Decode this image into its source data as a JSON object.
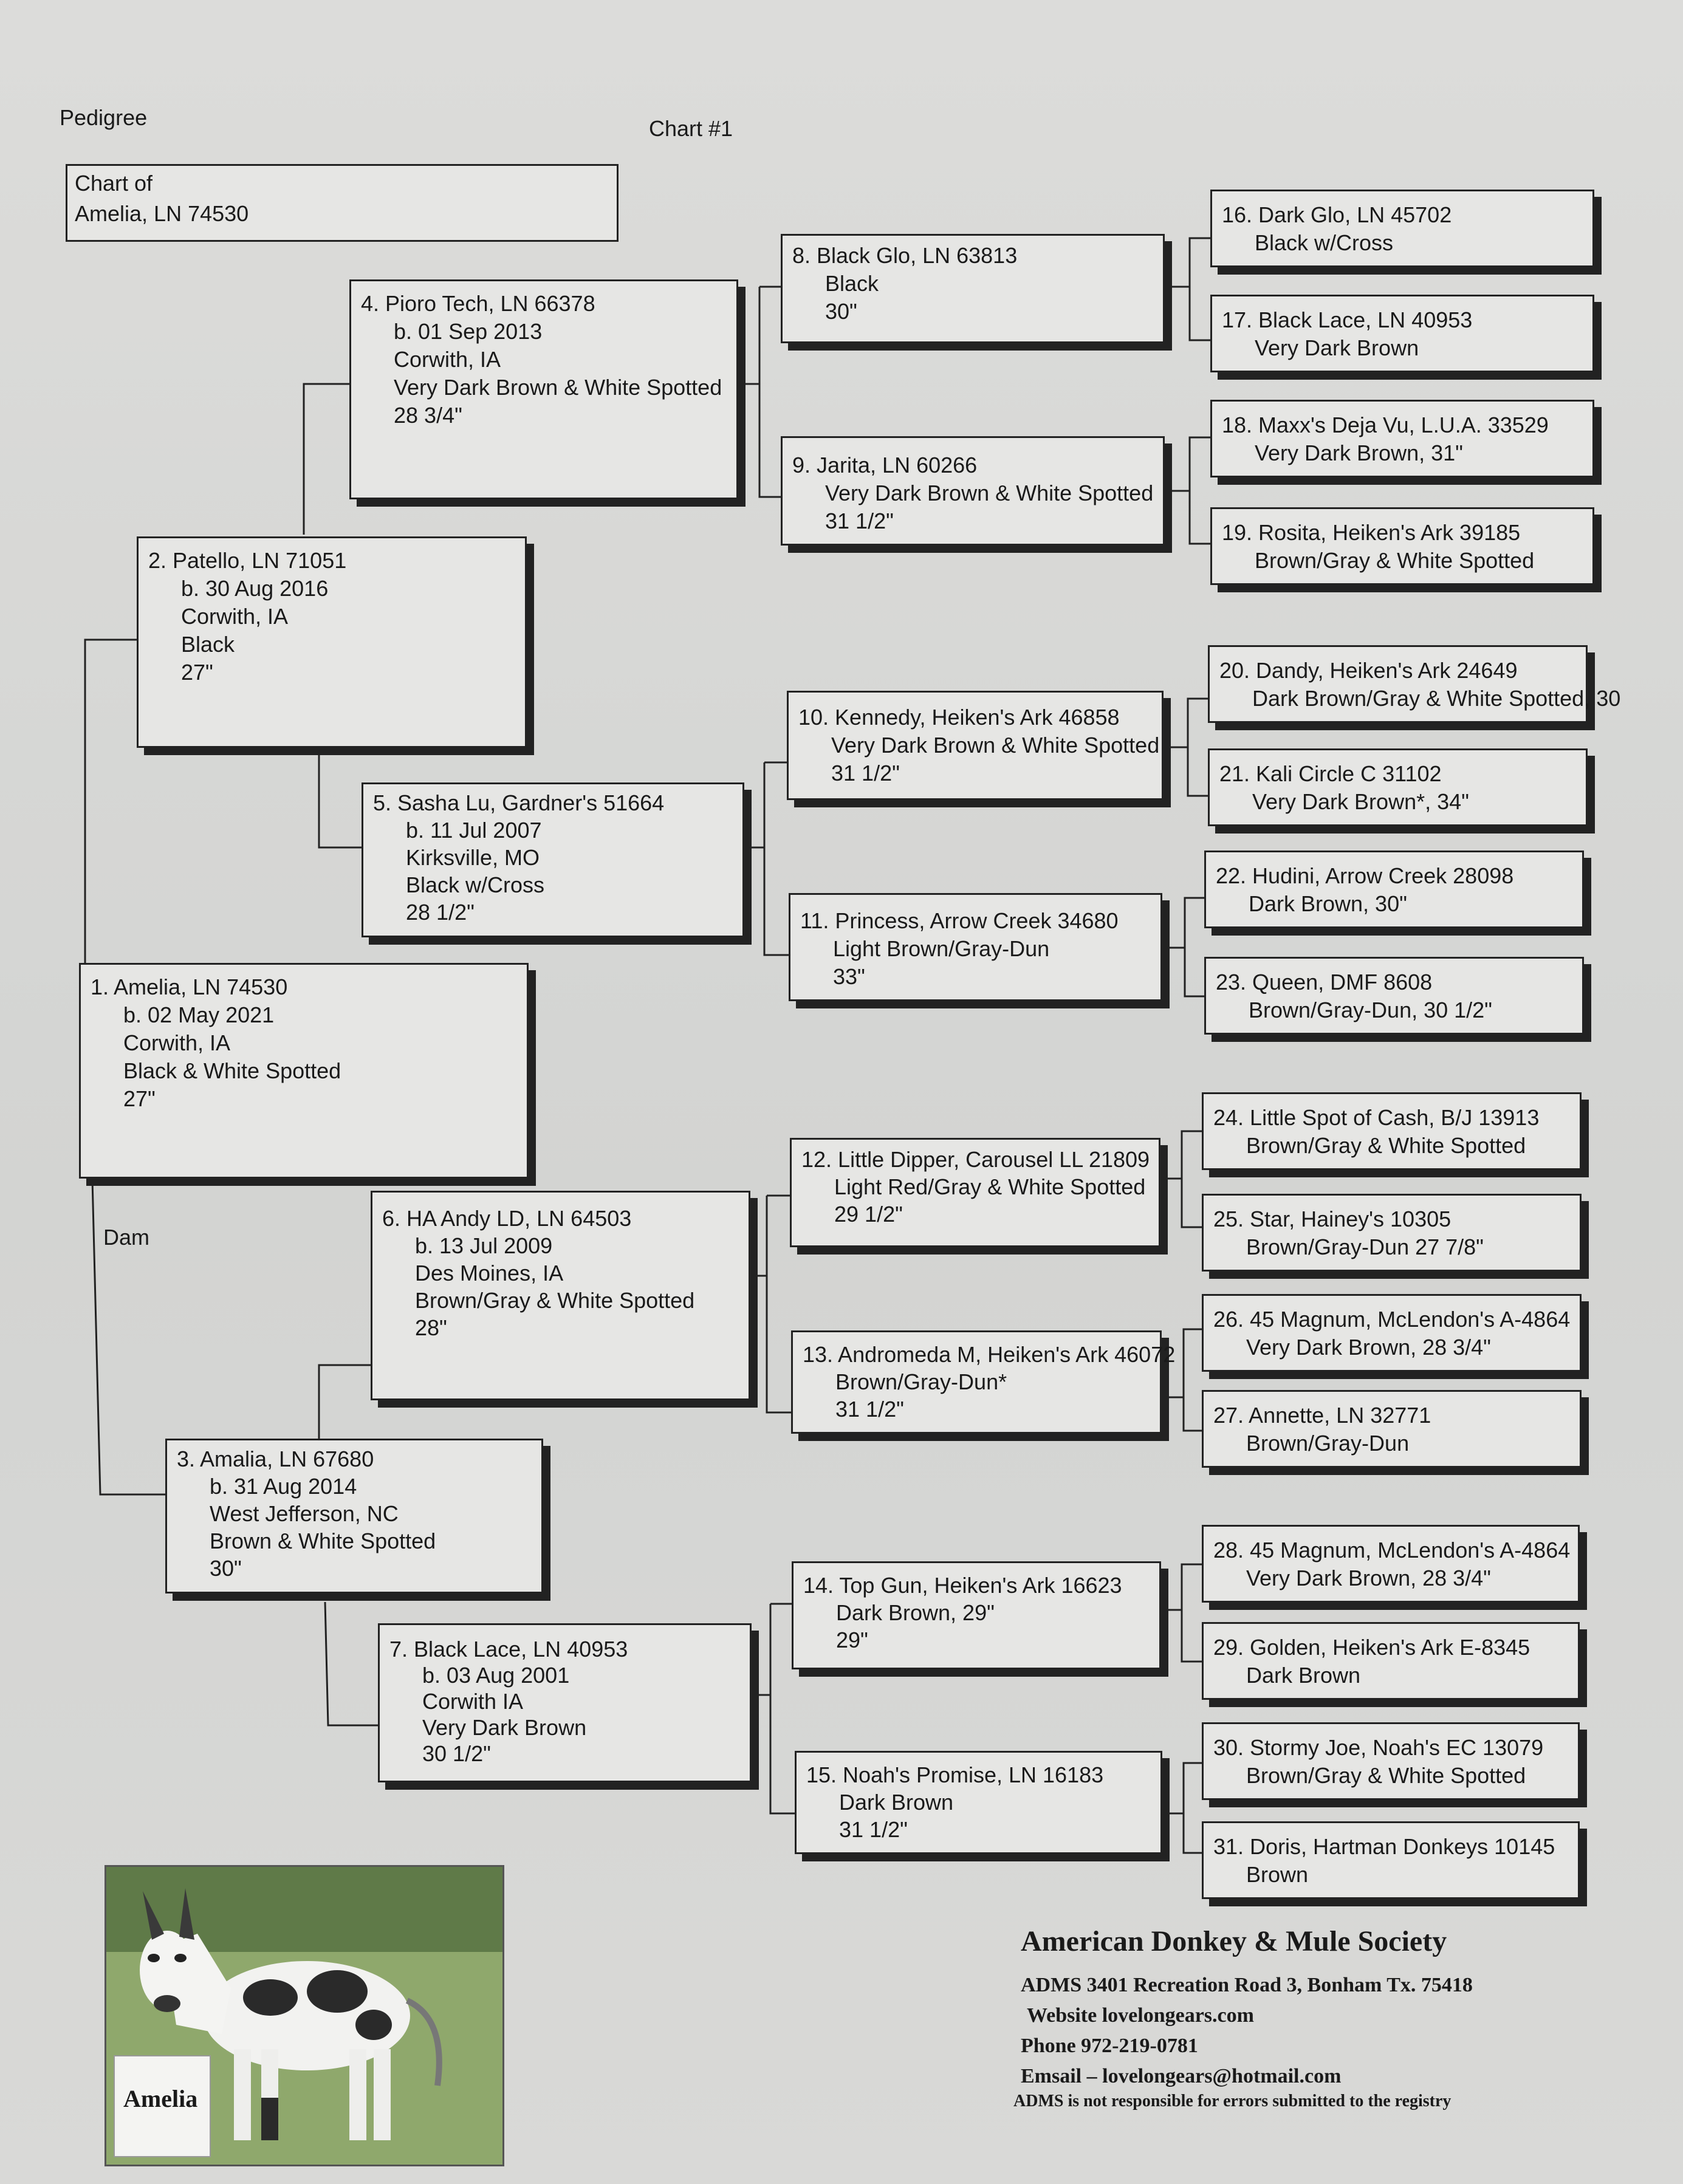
{
  "header": {
    "title": "Pedigree",
    "chart_number": "Chart #1"
  },
  "chart_of": {
    "line1": "Chart of",
    "line2": "Amelia, LN 74530"
  },
  "dam_label": "Dam",
  "entries": {
    "e1": [
      "1. Amelia, LN 74530",
      "b. 02 May 2021",
      "Corwith, IA",
      "Black & White Spotted",
      "27\""
    ],
    "e2": [
      "2. Patello, LN 71051",
      "b. 30 Aug 2016",
      "Corwith, IA",
      "Black",
      "27\""
    ],
    "e3": [
      "3. Amalia, LN 67680",
      "b. 31 Aug 2014",
      "West Jefferson, NC",
      "Brown & White Spotted",
      "30\""
    ],
    "e4": [
      "4. Pioro Tech, LN 66378",
      "b. 01 Sep 2013",
      "Corwith, IA",
      "Very Dark Brown & White Spotted",
      "28 3/4\""
    ],
    "e5": [
      "5. Sasha Lu, Gardner's 51664",
      "b. 11 Jul 2007",
      "Kirksville, MO",
      "Black w/Cross",
      "28 1/2\""
    ],
    "e6": [
      "6. HA Andy LD, LN 64503",
      "b. 13 Jul 2009",
      "Des Moines, IA",
      "Brown/Gray & White Spotted",
      "28\""
    ],
    "e7": [
      "7. Black Lace, LN 40953",
      "b. 03 Aug 2001",
      "Corwith IA",
      "Very Dark Brown",
      "30 1/2\""
    ],
    "e8": [
      "8. Black Glo, LN 63813",
      "Black",
      "30\""
    ],
    "e9": [
      "9. Jarita, LN 60266",
      "Very Dark Brown & White Spotted",
      "31 1/2\""
    ],
    "e10": [
      "10. Kennedy, Heiken's Ark 46858",
      "Very Dark Brown & White Spotted",
      "31 1/2\""
    ],
    "e11": [
      "11. Princess, Arrow Creek 34680",
      "Light Brown/Gray-Dun",
      "33\""
    ],
    "e12": [
      "12. Little Dipper, Carousel LL 21809",
      "Light Red/Gray & White Spotted",
      "29 1/2\""
    ],
    "e13": [
      "13. Andromeda M, Heiken's Ark 46072",
      "Brown/Gray-Dun*",
      "31 1/2\""
    ],
    "e14": [
      "14. Top Gun, Heiken's Ark 16623",
      "Dark Brown, 29\"",
      "29\""
    ],
    "e15": [
      "15. Noah's Promise, LN 16183",
      "Dark Brown",
      "31 1/2\""
    ],
    "e16": [
      "16. Dark Glo, LN 45702",
      "Black w/Cross"
    ],
    "e17": [
      "17. Black Lace, LN 40953",
      "Very Dark Brown"
    ],
    "e18": [
      "18. Maxx's Deja Vu, L.U.A. 33529",
      "Very Dark Brown, 31\""
    ],
    "e19": [
      "19. Rosita, Heiken's Ark 39185",
      "Brown/Gray & White Spotted"
    ],
    "e20": [
      "20. Dandy, Heiken's Ark 24649",
      "Dark Brown/Gray & White Spotted, 30"
    ],
    "e21": [
      "21. Kali Circle C 31102",
      "Very Dark Brown*, 34\""
    ],
    "e22": [
      "22. Hudini, Arrow Creek 28098",
      "Dark Brown, 30\""
    ],
    "e23": [
      "23. Queen, DMF 8608",
      "Brown/Gray-Dun, 30 1/2\""
    ],
    "e24": [
      "24. Little Spot of Cash, B/J 13913",
      "Brown/Gray & White Spotted"
    ],
    "e25": [
      "25. Star, Hainey's 10305",
      "Brown/Gray-Dun   27 7/8\""
    ],
    "e26": [
      "26. 45 Magnum, McLendon's A-4864",
      "Very Dark Brown, 28 3/4\""
    ],
    "e27": [
      "27. Annette, LN 32771",
      "Brown/Gray-Dun"
    ],
    "e28": [
      "28. 45 Magnum, McLendon's A-4864",
      "Very Dark Brown, 28 3/4\""
    ],
    "e29": [
      "29. Golden, Heiken's Ark E-8345",
      "Dark Brown"
    ],
    "e30": [
      "30. Stormy Joe, Noah's EC 13079",
      "Brown/Gray & White Spotted"
    ],
    "e31": [
      "31. Doris, Hartman Donkeys 10145",
      "Brown"
    ]
  },
  "photo_label": "Amelia",
  "footer": {
    "org": "American Donkey & Mule Society",
    "address": "ADMS 3401 Recreation Road 3, Bonham Tx. 75418",
    "website": "Website  lovelongears.com",
    "phone": "Phone  972-219-0781",
    "email": "Emsail – lovelongears@hotmail.com",
    "disclaimer": "ADMS is not responsible for errors submitted to the registry"
  }
}
